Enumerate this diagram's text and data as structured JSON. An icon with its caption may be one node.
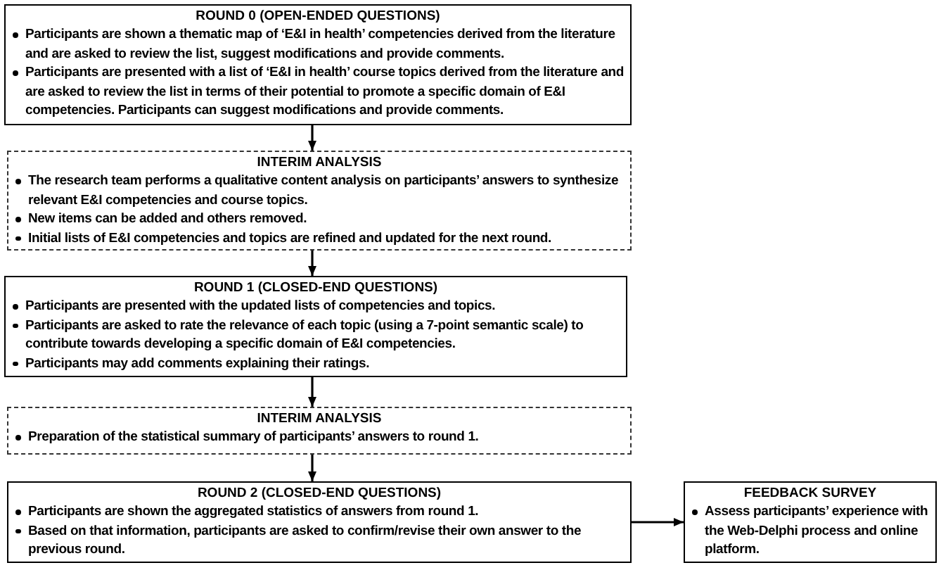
{
  "diagram": {
    "nodes": [
      {
        "text": [
          "ROUND 0 (OPEN-ENDED QUESTIONS)",
          "Participants are shown a thematic map of ‘E&I in health’ competencies derived from the literature and are asked to review the list, suggest modifications and provide comments.",
          "Participants are presented with a list of ‘E&I in health’ course topics derived from the literature and are asked to review the list in terms of their potential to promote a specific domain of E&I competencies. Participants can suggest modifications and provide comments."
        ]
      },
      {
        "text": [
          "INTERIM ANALYSIS",
          "The research team performs a qualitative content analysis on participants’ answers to synthesize relevant E&I competencies and course topics.",
          "New items can be added and others removed.",
          "Initial lists of E&I competencies and topics are refined and updated for the next round."
        ]
      },
      {
        "text": [
          "ROUND 1 (CLOSED-END QUESTIONS)",
          "Participants are presented with the updated lists of competencies and topics.",
          "Participants are asked to rate the relevance of each topic (using a 7-point semantic scale) to contribute towards developing a specific domain of E&I competencies.",
          "Participants may add comments explaining their ratings."
        ]
      },
      {
        "text": [
          "INTERIM ANALYSIS",
          "Preparation of the statistical summary of participants’ answers to round 1."
        ]
      },
      {
        "text": [
          "ROUND 2 (CLOSED-END QUESTIONS)",
          "Participants are shown the aggregated statistics of answers from round 1.",
          "Based on that information, participants are asked to confirm/revise their own answer to the previous round."
        ]
      },
      {
        "text": [
          "FEEDBACK SURVEY",
          "Assess participants’ experience with the Web-Delphi process and online platform."
        ]
      }
    ],
    "edges": [
      {
        "from": 0,
        "to": 1,
        "arrow": "to"
      },
      {
        "from": 1,
        "to": 2,
        "arrow": "to"
      },
      {
        "from": 2,
        "to": 3,
        "arrow": "to"
      },
      {
        "from": 3,
        "to": 4,
        "arrow": "to"
      },
      {
        "from": 4,
        "to": 5,
        "arrow": "to"
      }
    ]
  }
}
